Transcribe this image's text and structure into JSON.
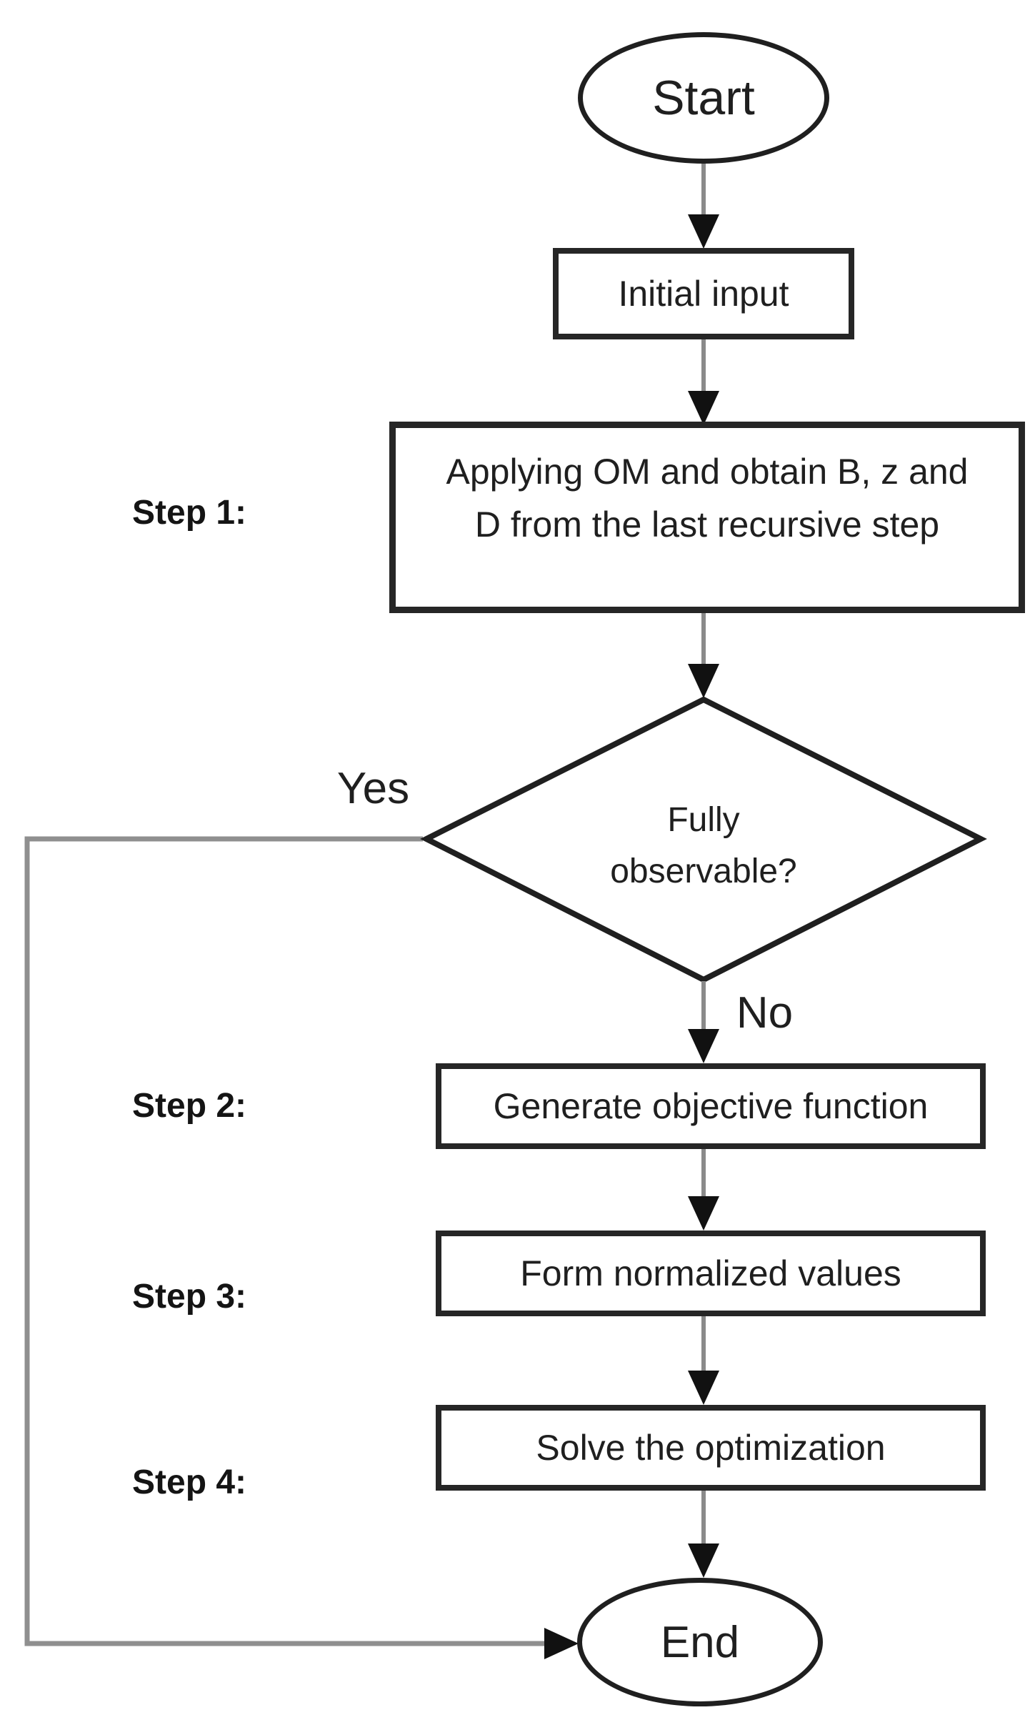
{
  "flowchart": {
    "nodes": {
      "start": {
        "label": "Start"
      },
      "initial_input": {
        "label": "Initial input"
      },
      "step1": {
        "line1": "Applying OM and obtain B, z and",
        "line2": "D from the last recursive step"
      },
      "decision": {
        "line1": "Fully",
        "line2": "observable?"
      },
      "step2": {
        "label": "Generate objective function"
      },
      "step3": {
        "label": "Form normalized values"
      },
      "step4": {
        "label": "Solve the optimization"
      },
      "end": {
        "label": "End"
      }
    },
    "side_labels": {
      "step1": "Step 1:",
      "step2": "Step 2:",
      "step3": "Step 3:",
      "step4": "Step 4:"
    },
    "edge_labels": {
      "yes": "Yes",
      "no": "No"
    },
    "colors": {
      "background": "#ffffff",
      "shape_stroke": "#1f1f1f",
      "process_border": "#262626",
      "connector_stroke": "#8a8a8a",
      "arrowhead_fill": "#111111",
      "text": "#1f1f1f"
    }
  }
}
